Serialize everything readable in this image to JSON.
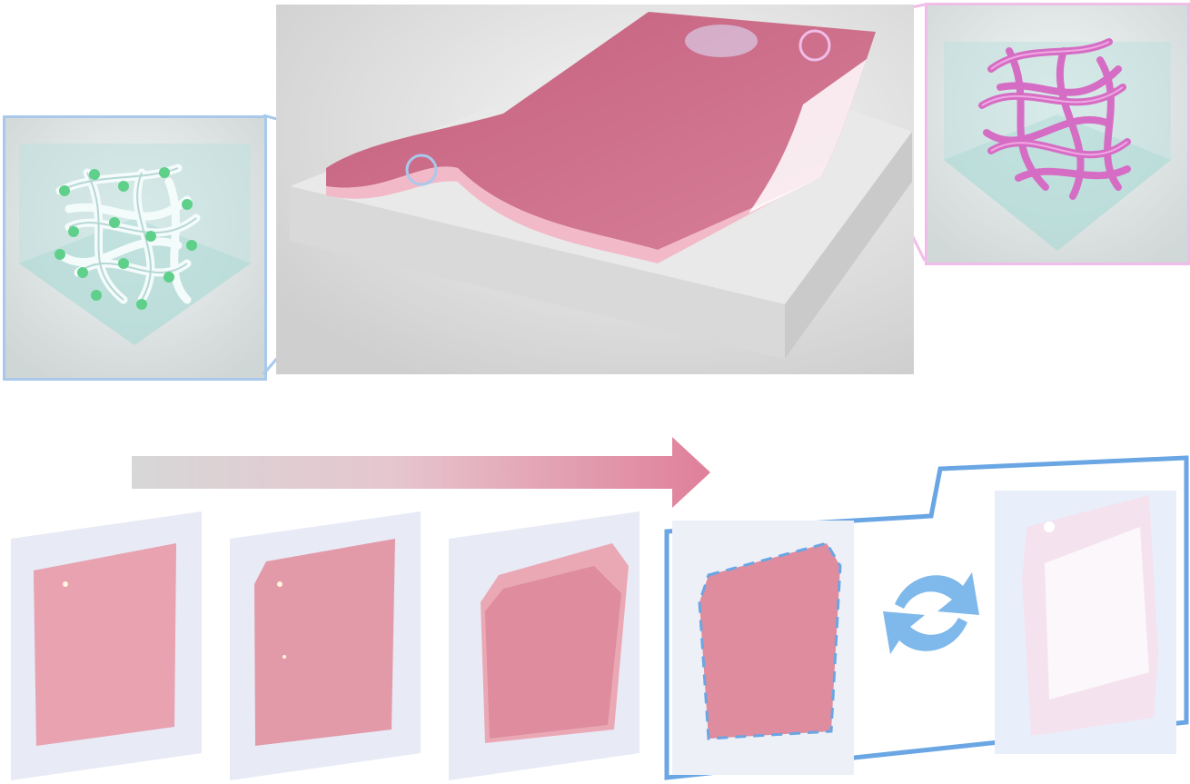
{
  "figure": {
    "colors": {
      "pink": "#d9748f",
      "pink_light": "#f2b9c9",
      "magenta": "#e1a3d6",
      "blue": "#7fb2e6",
      "blue_light": "#a9c9ec",
      "green": "#5fd08a",
      "gray": "#d6d6d6"
    },
    "top_panel": {
      "left_inset": {
        "icon": "fiber-network-with-particles"
      },
      "center": {
        "icon": "pink-hydrogel-film-on-substrate"
      },
      "right_inset": {
        "icon": "pink-fiber-network"
      }
    },
    "bottom_panel": {
      "arrow": {
        "icon": "gradient-right-arrow"
      },
      "photos": [
        {
          "icon": "flat-pink-film-photo"
        },
        {
          "icon": "pink-film-photo-2"
        },
        {
          "icon": "wrinkled-pink-film-photo"
        }
      ],
      "callout": {
        "left_photo": {
          "icon": "outlined-pink-film-photo"
        },
        "cycle": {
          "icon": "reversible-cycle-arrows-icon"
        },
        "right_photo": {
          "icon": "transparent-film-photo"
        }
      }
    }
  }
}
